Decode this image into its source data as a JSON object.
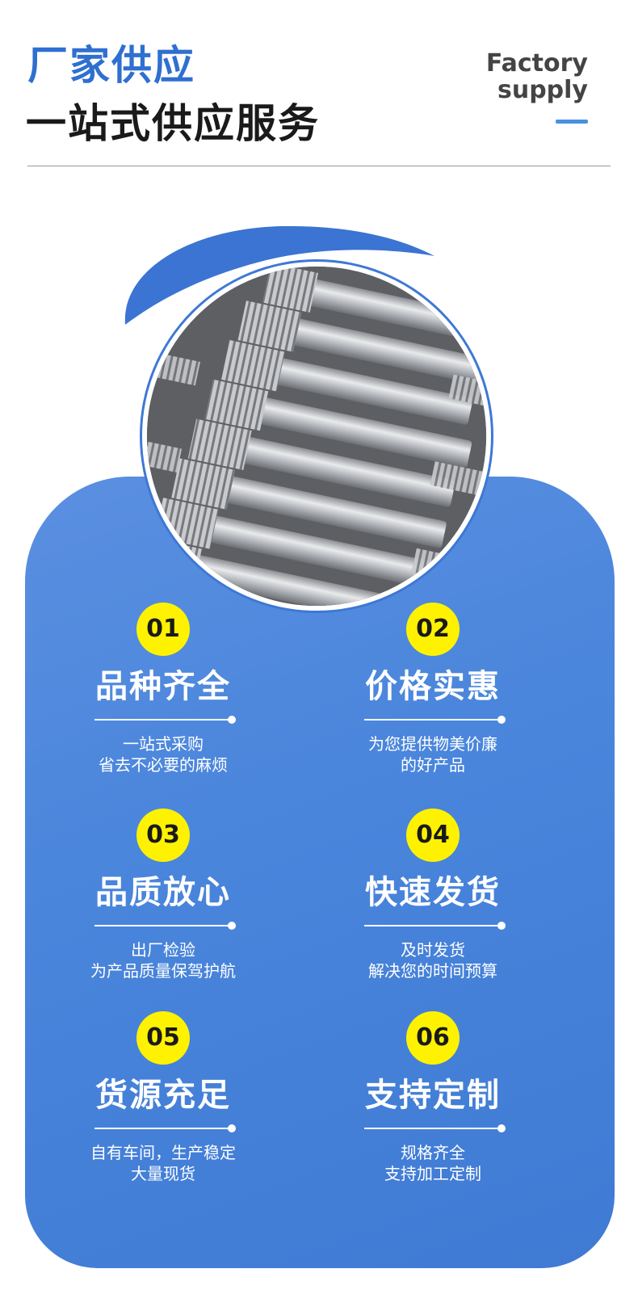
{
  "header": {
    "title_line1": "厂家供应",
    "title_line2": "一站式供应服务",
    "english_line1": "Factory",
    "english_line2": "supply"
  },
  "colors": {
    "accent_blue": "#2f6fd0",
    "card_blue": "#4a86dc",
    "badge_yellow": "#fff200"
  },
  "features": [
    {
      "number": "01",
      "title": "品种齐全",
      "desc_line1": "一站式采购",
      "desc_line2": "省去不必要的麻烦"
    },
    {
      "number": "02",
      "title": "价格实惠",
      "desc_line1": "为您提供物美价廉",
      "desc_line2": "的好产品"
    },
    {
      "number": "03",
      "title": "品质放心",
      "desc_line1": "出厂检验",
      "desc_line2": "为产品质量保驾护航"
    },
    {
      "number": "04",
      "title": "快速发货",
      "desc_line1": "及时发货",
      "desc_line2": "解决您的时间预算"
    },
    {
      "number": "05",
      "title": "货源充足",
      "desc_line1": "自有车间，生产稳定",
      "desc_line2": "大量现货"
    },
    {
      "number": "06",
      "title": "支持定制",
      "desc_line1": "规格齐全",
      "desc_line2": "支持加工定制"
    }
  ]
}
